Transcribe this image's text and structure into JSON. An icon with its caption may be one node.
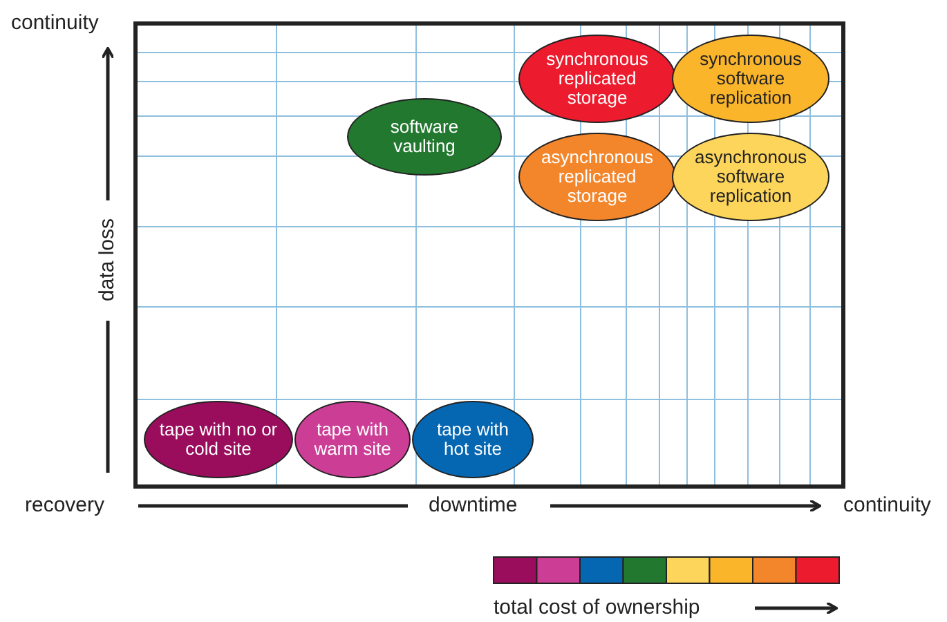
{
  "diagram": {
    "nodes": [
      {
        "text": [
          "synchronous replicated storage"
        ]
      },
      {
        "text": [
          "synchronous software replication"
        ]
      },
      {
        "text": [
          "software vaulting"
        ]
      },
      {
        "text": [
          "asynchronous replicated storage"
        ]
      },
      {
        "text": [
          "asynchronous software replication"
        ]
      },
      {
        "text": [
          "tape with no or cold site"
        ]
      },
      {
        "text": [
          "tape with warm site"
        ]
      },
      {
        "text": [
          "tape with hot site"
        ]
      }
    ],
    "edges": [],
    "labels": [
      "continuity",
      "data loss",
      "recovery",
      "downtime",
      "continuity",
      "total cost of ownership"
    ]
  }
}
